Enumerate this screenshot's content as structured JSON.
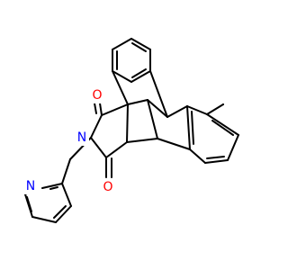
{
  "molecule": {
    "atoms": {
      "o_top": "O",
      "o_bottom": "O",
      "n_imide": "N",
      "n_pyridine": "N"
    },
    "colors": {
      "oxygen": "#ff0000",
      "nitrogen": "#0000ff",
      "bond": "#000000",
      "background": "#ffffff"
    }
  }
}
